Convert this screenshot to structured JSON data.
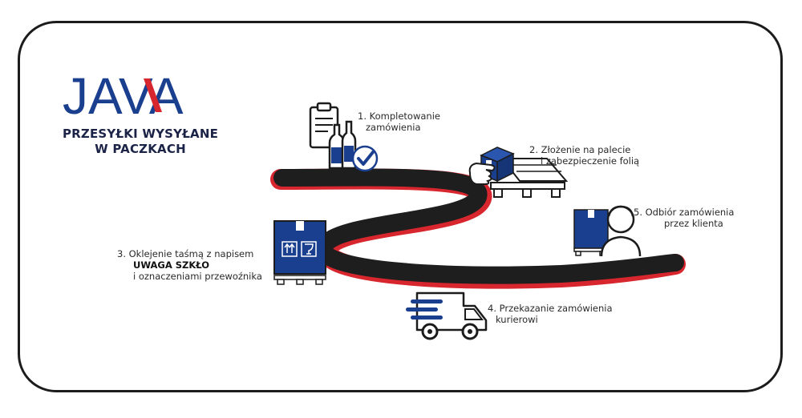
{
  "logo": {
    "text": "JAVA"
  },
  "header": {
    "line1": "PRZESYŁKI WYSYŁANE",
    "line2": "W PACZKACH"
  },
  "steps": [
    {
      "number": "1.",
      "line1": "1. Kompletowanie",
      "line2": "zamówienia"
    },
    {
      "number": "2.",
      "line1": "2. Złożenie na palecie",
      "line2": "i zabezpieczenie folią"
    },
    {
      "number": "3.",
      "line1": "3. Oklejenie taśmą z napisem",
      "line2": "UWAGA SZKŁO",
      "line3": "i oznaczeniami przewoźnika"
    },
    {
      "number": "4.",
      "line1": "4. Przekazanie zamówienia",
      "line2": "kurierowi"
    },
    {
      "number": "5.",
      "line1": "5. Odbiór zamówienia",
      "line2": "przez klienta"
    }
  ],
  "colors": {
    "navy": "#1b3f8f",
    "brand_red": "#d7262e",
    "road": "#1e1e1e",
    "road_edge": "#d7262e",
    "outline": "#1c1c1c"
  },
  "icons": [
    "clipboard-bottles-check-icon",
    "hand-box-pallet-icon",
    "fragile-box-pallet-icon",
    "delivery-van-icon",
    "customer-box-icon"
  ]
}
